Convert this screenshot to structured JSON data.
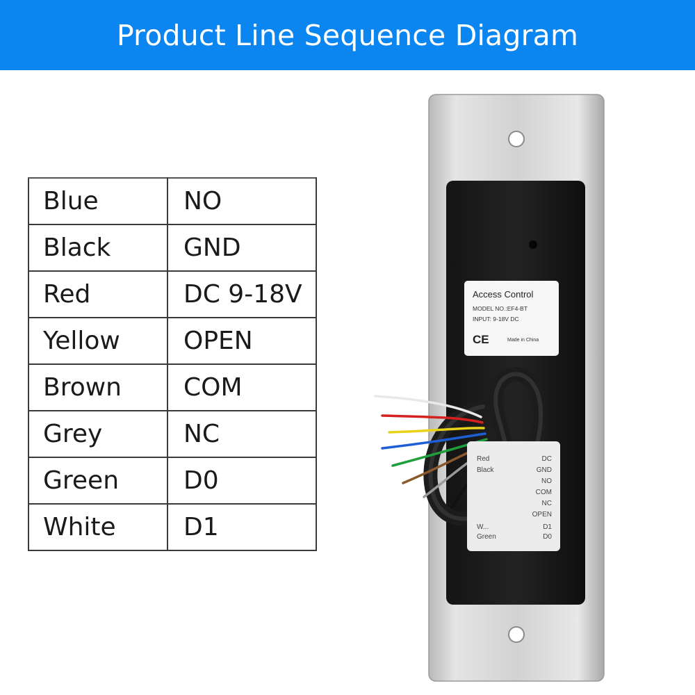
{
  "header": {
    "title": "Product Line Sequence Diagram"
  },
  "wiring_table": {
    "rows": [
      {
        "wire": "Blue",
        "function": "NO"
      },
      {
        "wire": "Black",
        "function": "GND"
      },
      {
        "wire": "Red",
        "function": "DC 9-18V"
      },
      {
        "wire": "Yellow",
        "function": "OPEN"
      },
      {
        "wire": "Brown",
        "function": "COM"
      },
      {
        "wire": "Grey",
        "function": "NC"
      },
      {
        "wire": "Green",
        "function": "D0"
      },
      {
        "wire": "White",
        "function": "D1"
      }
    ]
  },
  "product_label": {
    "title": "Access Control",
    "model": "MODEL NO.:EF4-BT",
    "input": "INPUT: 9-18V DC",
    "ce": "CE",
    "origin": "Made in China"
  },
  "back_sticker": {
    "left": [
      "Red",
      "Black",
      "",
      "",
      "",
      "",
      "W...",
      "Green"
    ],
    "right": [
      "DC",
      "GND",
      "NO",
      "COM",
      "NC",
      "OPEN",
      "D1",
      "D0"
    ]
  },
  "colors": {
    "banner": "#0b86f0",
    "wire_colors": [
      "#1e5fd6",
      "#111111",
      "#d42020",
      "#e8d21a",
      "#8a5a2b",
      "#9a9a9a",
      "#1f9e3c",
      "#f2f2f2"
    ]
  }
}
